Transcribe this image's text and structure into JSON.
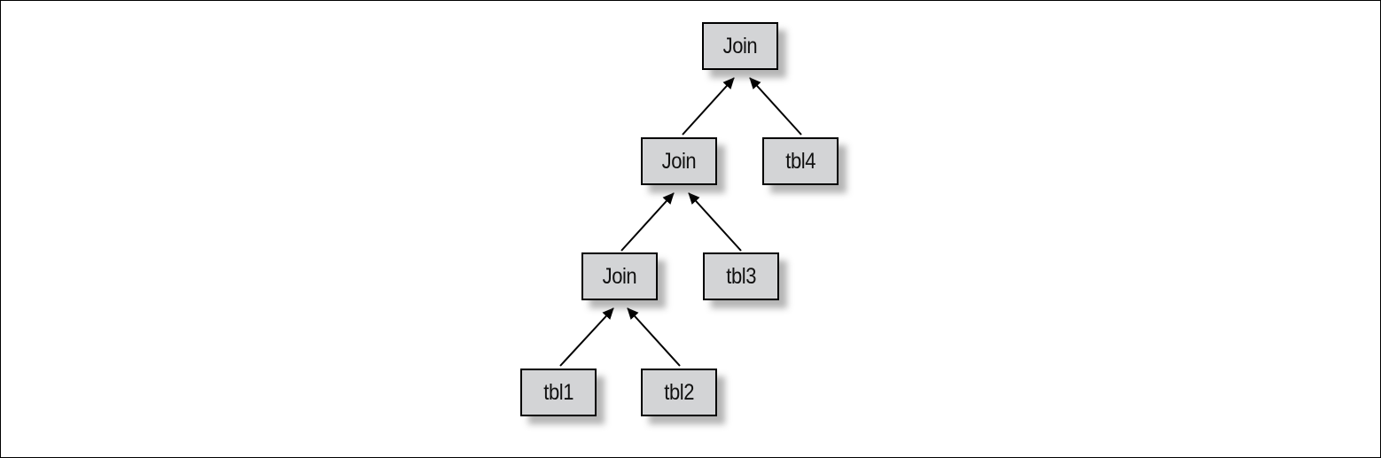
{
  "diagram": {
    "nodes": [
      {
        "id": "join-top",
        "label": "Join"
      },
      {
        "id": "join-mid",
        "label": "Join"
      },
      {
        "id": "tbl4",
        "label": "tbl4"
      },
      {
        "id": "join-low",
        "label": "Join"
      },
      {
        "id": "tbl3",
        "label": "tbl3"
      },
      {
        "id": "tbl1",
        "label": "tbl1"
      },
      {
        "id": "tbl2",
        "label": "tbl2"
      }
    ],
    "edges": [
      {
        "from": "join-mid",
        "to": "join-top"
      },
      {
        "from": "tbl4",
        "to": "join-top"
      },
      {
        "from": "join-low",
        "to": "join-mid"
      },
      {
        "from": "tbl3",
        "to": "join-mid"
      },
      {
        "from": "tbl1",
        "to": "join-low"
      },
      {
        "from": "tbl2",
        "to": "join-low"
      }
    ],
    "colors": {
      "node_fill": "#d3d4d6",
      "node_border": "#000000",
      "edge": "#000000"
    }
  }
}
